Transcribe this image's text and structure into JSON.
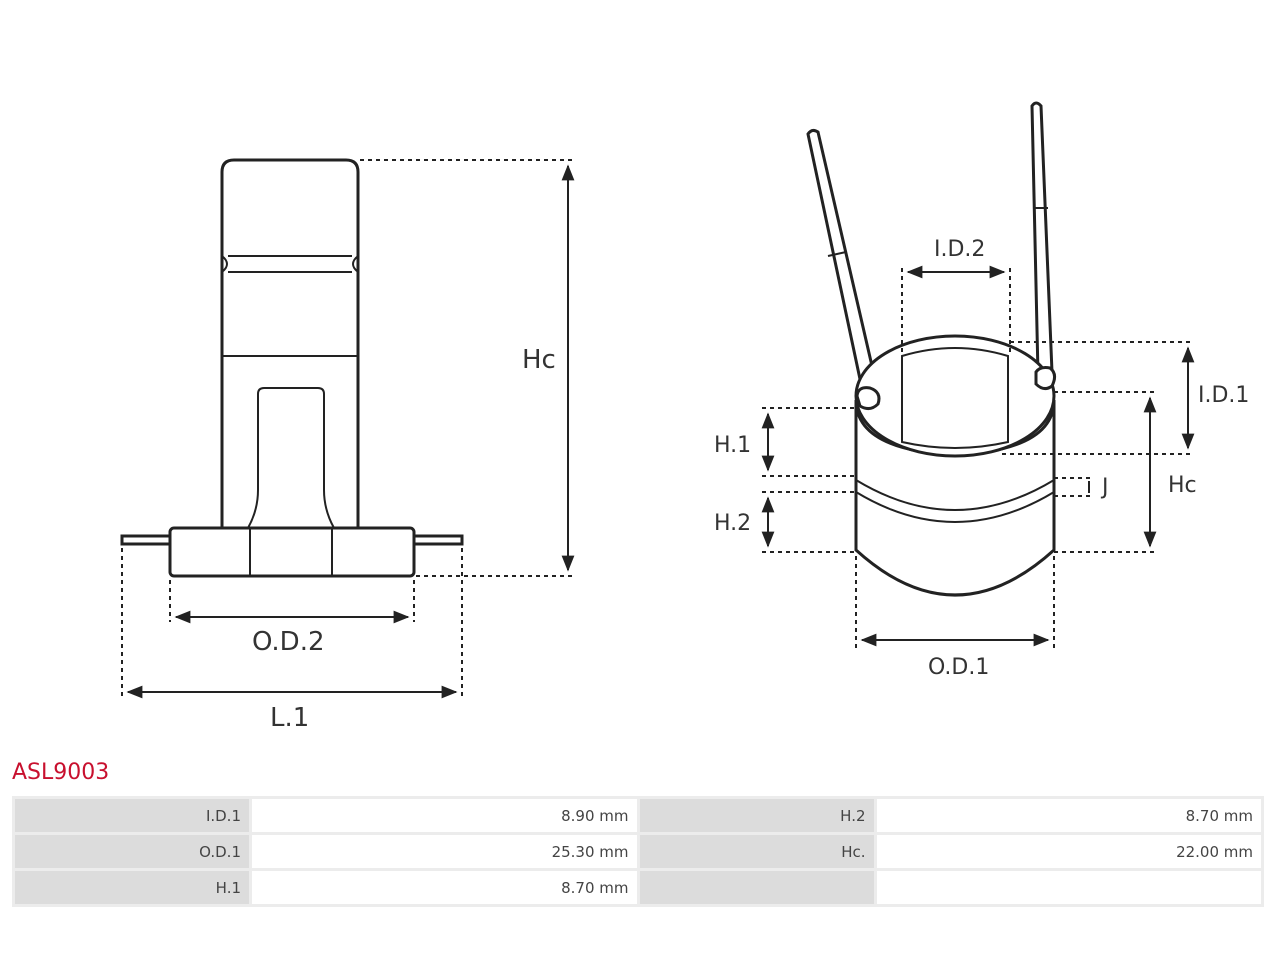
{
  "part_code": "ASL9003",
  "labels": {
    "hc_left": "Hc",
    "od2": "O.D.2",
    "l1": "L.1",
    "id2": "I.D.2",
    "id1": "I.D.1",
    "h1": "H.1",
    "h2": "H.2",
    "j": "J",
    "hc_right": "Hc",
    "od1": "O.D.1"
  },
  "specs": [
    {
      "key": "I.D.1",
      "value": "8.90 mm",
      "key2": "H.2",
      "value2": "8.70 mm"
    },
    {
      "key": "O.D.1",
      "value": "25.30 mm",
      "key2": "Hc.",
      "value2": "22.00 mm"
    },
    {
      "key": "H.1",
      "value": "8.70 mm",
      "key2": "",
      "value2": ""
    }
  ]
}
